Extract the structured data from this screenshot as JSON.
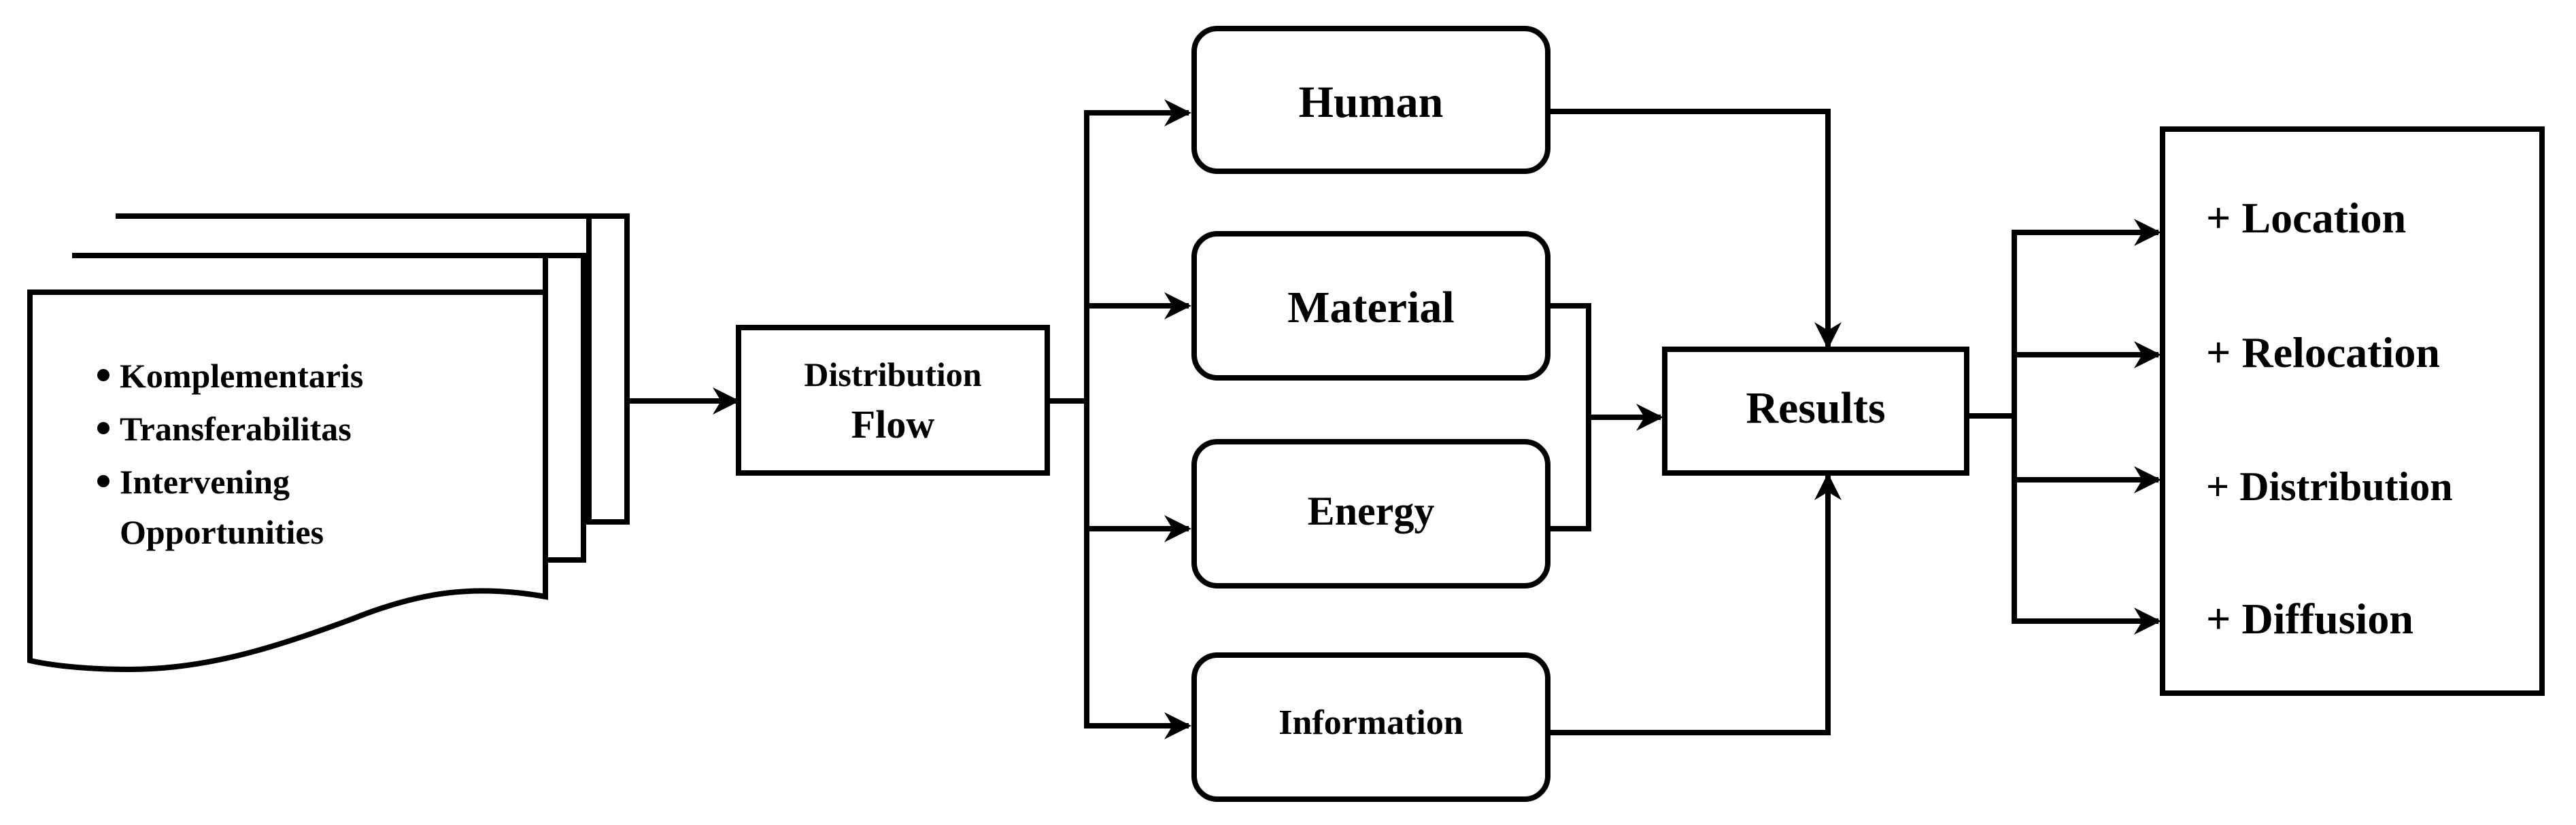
{
  "document_stack": {
    "bullets": [
      "Komplementaris",
      "Transferabilitas",
      "Intervening",
      "Opportunities"
    ]
  },
  "distribution": {
    "line1": "Distribution",
    "line2": "Flow"
  },
  "flows": [
    "Human",
    "Material",
    "Energy",
    "Information"
  ],
  "results": "Results",
  "outcomes": [
    "+ Location",
    "+ Relocation",
    "+ Distribution",
    "+ Diffusion"
  ]
}
